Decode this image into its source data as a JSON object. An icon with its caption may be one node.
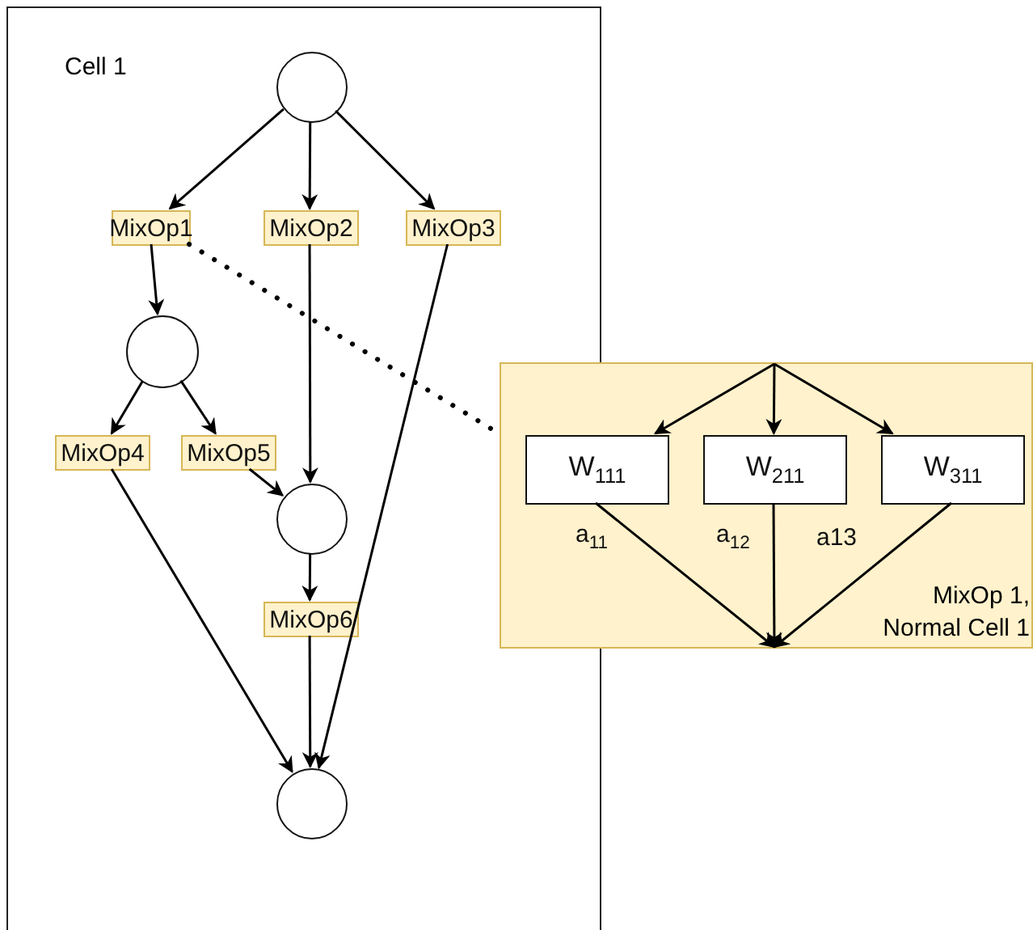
{
  "diagram": {
    "nodes": [
      {
        "text": [
          "Cell 1"
        ]
      },
      {
        "text": [],
        "shape": "circle",
        "in": 0
      },
      {
        "text": [
          "MixOp1"
        ],
        "in": 0
      },
      {
        "text": [
          "MixOp2"
        ],
        "in": 0
      },
      {
        "text": [
          "MixOp3"
        ],
        "in": 0
      },
      {
        "text": [],
        "shape": "circle",
        "in": 0
      },
      {
        "text": [
          "MixOp4"
        ],
        "in": 0
      },
      {
        "text": [
          "MixOp5"
        ],
        "in": 0
      },
      {
        "text": [],
        "shape": "circle",
        "in": 0
      },
      {
        "text": [
          "MixOp6"
        ],
        "in": 0
      },
      {
        "text": [],
        "shape": "circle",
        "in": 0
      },
      {
        "text": [
          "MixOp 1, Normal Cell 1"
        ]
      },
      {
        "text": [
          "W$_{111}$"
        ],
        "in": 11
      },
      {
        "text": [
          "W$_{211}$"
        ],
        "in": 11
      },
      {
        "text": [
          "W$_{311}$"
        ],
        "in": 11
      }
    ],
    "edges": [
      {
        "from": 1,
        "to": 2,
        "arrow": "to"
      },
      {
        "from": 1,
        "to": 3,
        "arrow": "to"
      },
      {
        "from": 1,
        "to": 4,
        "arrow": "to"
      },
      {
        "from": 2,
        "to": 5,
        "arrow": "to"
      },
      {
        "from": 3,
        "to": 8,
        "arrow": "to"
      },
      {
        "from": 4,
        "to": 10,
        "arrow": "to"
      },
      {
        "from": 5,
        "to": 6,
        "arrow": "to"
      },
      {
        "from": 5,
        "to": 7,
        "arrow": "to"
      },
      {
        "from": 7,
        "to": 8,
        "arrow": "to"
      },
      {
        "from": 6,
        "to": 10,
        "arrow": "to"
      },
      {
        "from": 8,
        "to": 9,
        "arrow": "to"
      },
      {
        "from": 9,
        "to": 10,
        "arrow": "to"
      },
      {
        "from": 2,
        "to": 11,
        "arrow": "none",
        "style": "dashed"
      },
      {
        "from": null,
        "to": 12,
        "arrow": "to"
      },
      {
        "from": null,
        "to": 13,
        "arrow": "to"
      },
      {
        "from": null,
        "to": 14,
        "arrow": "to"
      },
      {
        "from": 12,
        "to": null,
        "arrow": "to",
        "label": "a$_{11}$"
      },
      {
        "from": 13,
        "to": null,
        "arrow": "to",
        "label": "a$_{12}$"
      },
      {
        "from": 14,
        "to": null,
        "arrow": "to",
        "label": "a13"
      }
    ]
  }
}
